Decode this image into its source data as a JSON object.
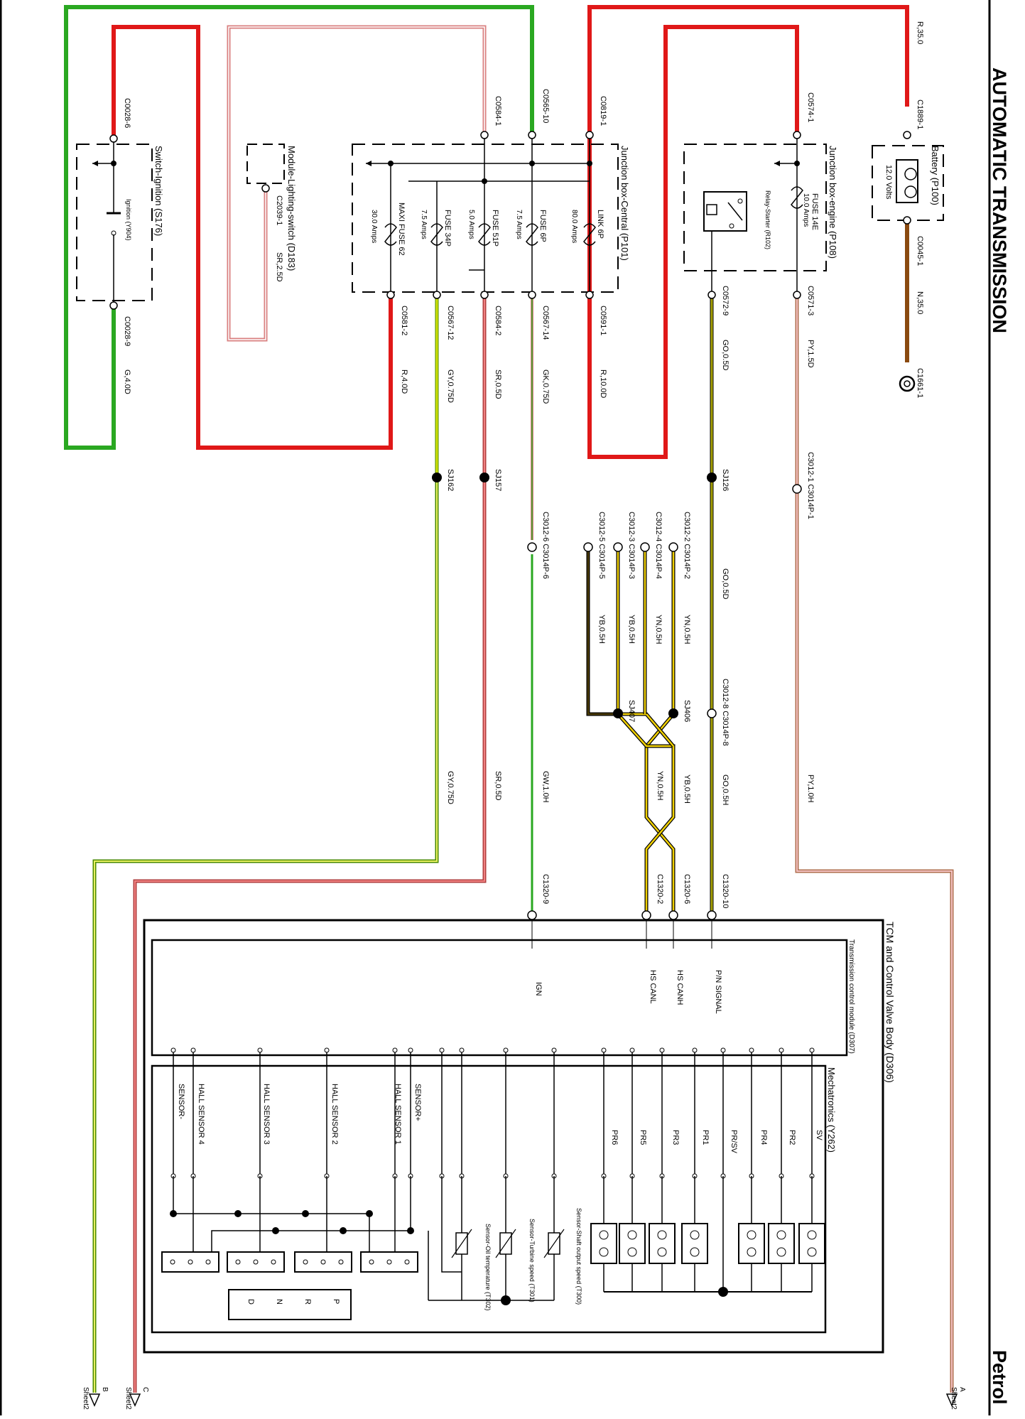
{
  "header": {
    "title": "AUTOMATIC TRANSMISSION",
    "variant": "Petrol"
  },
  "colors": {
    "red": "#e01818",
    "green": "#2aa821",
    "brown": "#8a4a10",
    "pink": "#d98080",
    "olive": "#a5a000",
    "yellow": "#e6c200",
    "limeyellow": "#cfe000",
    "black": "#000000"
  },
  "components": {
    "battery": {
      "name": "Battery (P100)",
      "voltage": "12.0 Volts",
      "pin_pos": "C1889-1",
      "pin_neg": "C0045-1",
      "wire_pos": "R,35.0",
      "wire_neg": "N,35.0",
      "ground": "C1661-1"
    },
    "jb_engine": {
      "name": "Junction box-engine (P108)",
      "fuse": "FUSE 14E",
      "fuse_amps": "10.0 Amps",
      "relay": "Relay-Starter (R102)",
      "pin_in": "C0574-1",
      "pin_out": "C0571-3",
      "relay_pin": "C0572-9",
      "wire_out": "PY,1.5D",
      "relay_wire": "GO,0.5D"
    },
    "jb_central": {
      "name": "Junction box-Central (P101)",
      "fuses": [
        {
          "name": "LINK 6P",
          "amps": "80.0 Amps",
          "pin_in": "C0819-1",
          "pin_out": "C0591-1",
          "wire": "R,10.0D"
        },
        {
          "name": "FUSE 6P",
          "amps": "7.5 Amps",
          "pin_in": "C0565-10",
          "pin_out": "C0567-14",
          "wire": "GK,0.75D"
        },
        {
          "name": "FUSE 51P",
          "amps": "5.0 Amps",
          "pin_in": "C0584-1",
          "pin_out": "C0584-2",
          "wire": "SR,0.5D"
        },
        {
          "name": "FUSE 34P",
          "amps": "7.5 Amps",
          "pin_in": "",
          "pin_out": "C0567-12",
          "wire": "GY,0.75D"
        },
        {
          "name": "MAXI FUSE 62",
          "amps": "30.0 Amps",
          "pin_in": "",
          "pin_out": "C0581-2",
          "wire": "R,4.0D"
        }
      ]
    },
    "lighting": {
      "name": "Module-Lighting-switch (D183)",
      "pin": "C2039-1",
      "wire": "SR,2.5D"
    },
    "ignition": {
      "name": "Switch-Ignition (S176)",
      "contact": "Ignition (Y904)",
      "pin_in": "C0028-6",
      "pin_out": "C0028-9",
      "wire": "G,4.0D"
    }
  },
  "splices": {
    "sj126": "SJ126",
    "sj157": "SJ157",
    "sj162": "SJ162",
    "sj406": "SJ406",
    "sj407": "SJ407"
  },
  "connectors": {
    "c3012_1": "C3012-1 C3014P-1",
    "c3012_6": "C3012-6 C3014P-6",
    "c3012_8": "C3012-8 C3014P-8",
    "c3012_2": "C3012-2 C3014P-2",
    "c3012_4": "C3012-4 C3014P-4",
    "c3012_3": "C3012-3 C3014P-3",
    "c3012_5": "C3012-5 C3014P-5",
    "c1320_10": "C1320-10",
    "c1320_6": "C1320-6",
    "c1320_2": "C1320-2",
    "c1320_9": "C1320-9"
  },
  "wires": {
    "go05d": "GO,0.5D",
    "go05h": "GO,0.5H",
    "py10h": "PY,1.0H",
    "yn05h": "YN,0.5H",
    "yb05h": "YB,0.5H",
    "gw10h": "GW,1.0H",
    "sr05d": "SR,0.5D",
    "gy075d": "GY,0.75D"
  },
  "tcm": {
    "name": "TCM and Control Valve Body (D306)",
    "module": "Transmission control module (D307)",
    "pins": [
      "P/N SIGNAL",
      "HS CANH",
      "HS CANL",
      "IGN"
    ],
    "mechatronics": "Mechatronics (Y262)",
    "solenoids": [
      "SV",
      "PR2",
      "PR4",
      "PR/SV",
      "PR1",
      "PR3",
      "PR5",
      "PR6"
    ],
    "sensors": [
      "Sensor-Shaft output speed (T300)",
      "Sensor-Turbine speed (T301)",
      "Sensor-Oil temperature (T302)"
    ],
    "hall": [
      "SENSOR+",
      "HALL SENSOR 1",
      "HALL SENSOR 2",
      "HALL SENSOR 3",
      "HALL SENSOR 4",
      "SENSOR-"
    ],
    "gears": [
      "P",
      "R",
      "N",
      "D"
    ]
  },
  "sheet_refs": [
    {
      "letter": "A",
      "sheet": "Sheet2"
    },
    {
      "letter": "B",
      "sheet": "Sheet2"
    },
    {
      "letter": "C",
      "sheet": "Sheet2"
    }
  ]
}
